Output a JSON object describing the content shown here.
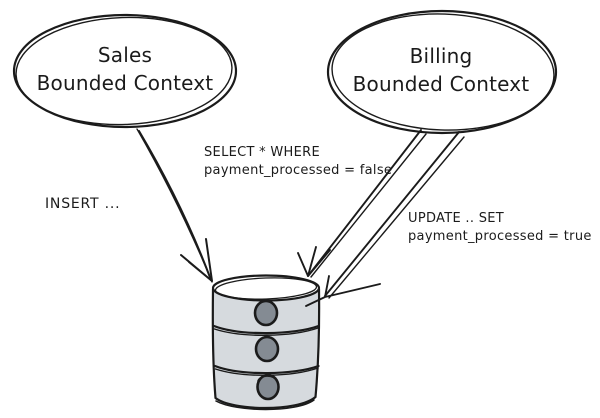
{
  "diagram": {
    "nodes": {
      "sales": {
        "line1": "Sales",
        "line2": "Bounded Context"
      },
      "billing": {
        "line1": "Billing",
        "line2": "Bounded Context"
      }
    },
    "edges": {
      "insert": {
        "label": "INSERT ..."
      },
      "select": {
        "line1": "SELECT * WHERE",
        "line2": "payment_processed = false"
      },
      "update": {
        "line1": "UPDATE .. SET",
        "line2": "payment_processed = true"
      }
    },
    "database": {
      "segment_count": 3
    }
  },
  "colors": {
    "background": "#ffffff",
    "stroke": "#1b1b1b",
    "text": "#1b1b1b",
    "node_fill": "#ffffff",
    "db_body_fill": "#d6dade",
    "db_top_fill": "#ffffff",
    "knob_fill": "#848b93"
  }
}
